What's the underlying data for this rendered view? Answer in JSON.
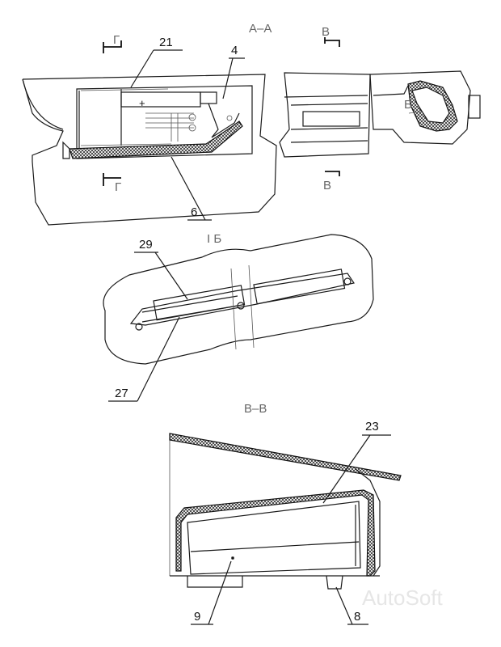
{
  "sections": {
    "aa": "А–А",
    "g_top": "Г",
    "g_bottom": "Г",
    "v_top": "В",
    "v_bottom": "В",
    "b_arrow": "Б",
    "view_b": "I Б",
    "vv": "В–В"
  },
  "callouts": {
    "c21": "21",
    "c4": "4",
    "c6": "6",
    "c29": "29",
    "c27": "27",
    "c23": "23",
    "c9": "9",
    "c8": "8"
  },
  "watermark": "AutoSoft"
}
